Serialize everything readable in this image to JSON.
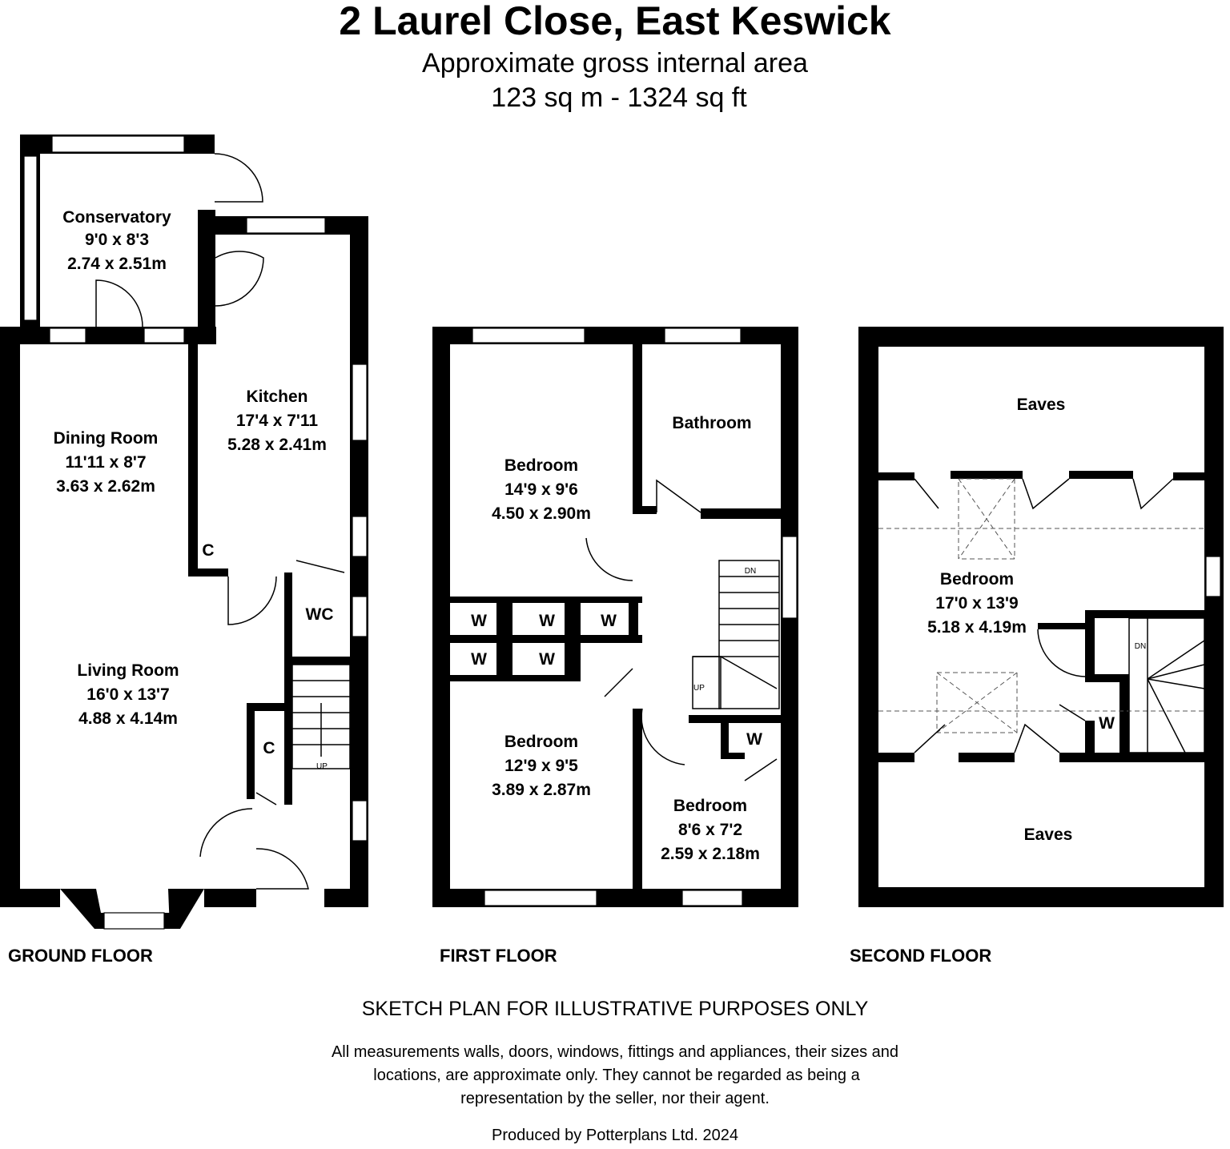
{
  "header": {
    "title": "2 Laurel Close, East Keswick",
    "area_label": "Approximate gross internal area",
    "area_value": "123 sq m - 1324 sq ft"
  },
  "ground_floor": {
    "label": "GROUND FLOOR",
    "rooms": [
      {
        "name": "Conservatory",
        "imperial": "9'0 x 8'3",
        "metric": "2.74 x 2.51m"
      },
      {
        "name": "Kitchen",
        "imperial": "17'4 x 7'11",
        "metric": "5.28 x 2.41m"
      },
      {
        "name": "Dining Room",
        "imperial": "11'11 x 8'7",
        "metric": "3.63 x 2.62m"
      },
      {
        "name": "Living Room",
        "imperial": "16'0 x 13'7",
        "metric": "4.88 x 4.14m"
      }
    ],
    "cupboard_1": "C",
    "cupboard_2": "C",
    "wc": "WC",
    "stairs": "UP"
  },
  "first_floor": {
    "label": "FIRST FLOOR",
    "rooms": [
      {
        "name": "Bedroom",
        "imperial": "14'9 x 9'6",
        "metric": "4.50 x 2.90m"
      },
      {
        "name": "Bathroom"
      },
      {
        "name": "Bedroom",
        "imperial": "12'9 x 9'5",
        "metric": "3.89 x 2.87m"
      },
      {
        "name": "Bedroom",
        "imperial": "8'6 x 7'2",
        "metric": "2.59 x 2.18m"
      }
    ],
    "wardrobes": [
      "W",
      "W",
      "W",
      "W",
      "W",
      "W"
    ],
    "stairs_down": "DN",
    "stairs_up": "UP"
  },
  "second_floor": {
    "label": "SECOND FLOOR",
    "eaves_top": "Eaves",
    "eaves_bottom": "Eaves",
    "room": {
      "name": "Bedroom",
      "imperial": "17'0 x 13'9",
      "metric": "5.18 x 4.19m"
    },
    "wardrobe": "W",
    "stairs_down": "DN"
  },
  "footer": {
    "notice": "SKETCH PLAN FOR ILLUSTRATIVE PURPOSES ONLY",
    "disclaimer_lines": [
      "All measurements walls, doors, windows, fittings and appliances, their sizes and",
      "locations, are approximate only. They cannot be regarded as being a",
      "representation by the seller, nor their agent."
    ],
    "credit": "Produced by Potterplans Ltd. 2024"
  }
}
